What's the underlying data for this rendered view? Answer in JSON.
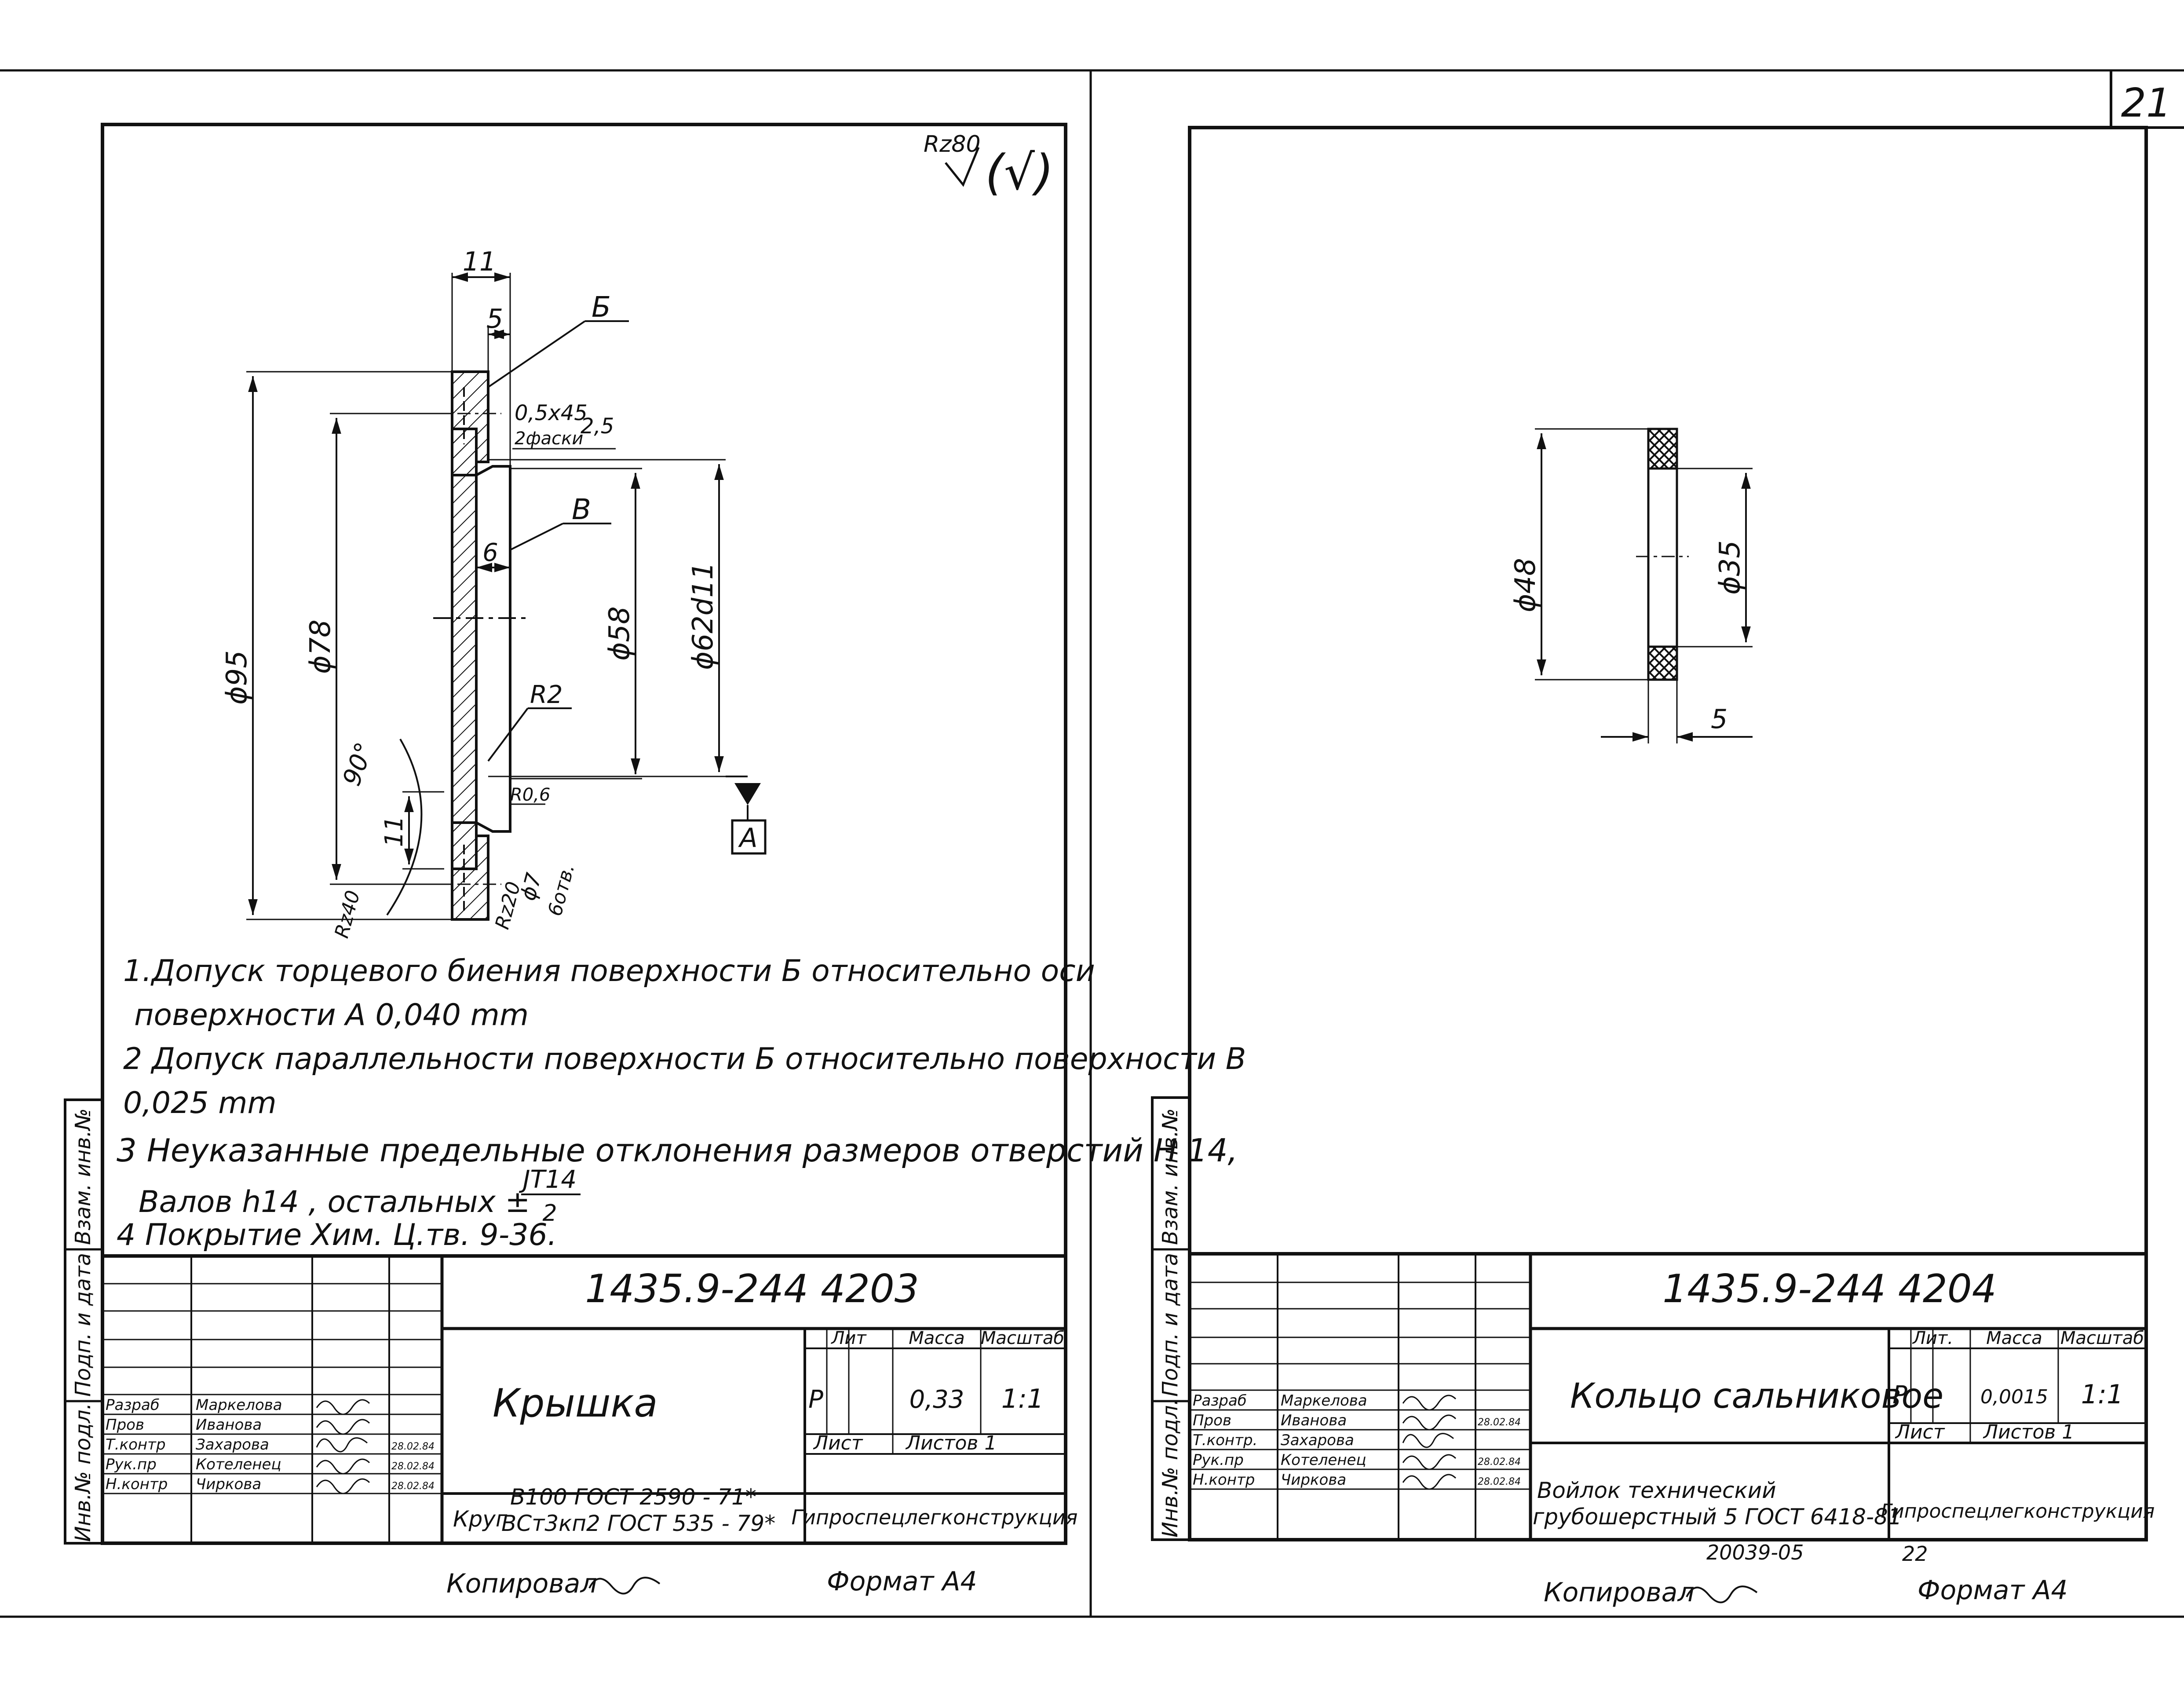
{
  "sheet_number": "21",
  "left": {
    "roughness_general": "Rz80",
    "roughness_other": "(√)",
    "dims": {
      "d95": "ϕ95",
      "d78": "ϕ78",
      "d58": "ϕ58",
      "d62": "ϕ62d11",
      "w11_top": "11",
      "w5": "5",
      "w6": "6",
      "w11_side": "11",
      "chamfer": "0,5x45",
      "chamfer_count": "2фаски",
      "chamfer_rough": "2,5",
      "r2": "R2",
      "ra": "R0,6",
      "angle": "90°",
      "rz40": "Rz40",
      "rz20": "Rz20",
      "hole": "ϕ7",
      "holes": "6отв.",
      "surf_b": "Б",
      "surf_v": "В",
      "datum": "А"
    },
    "notes": [
      "1.Допуск торцевого биения поверхности Б относительно оси",
      "поверхности А  0,040 mm",
      "2 Допуск параллельности поверхности Б относительно поверхности В",
      "0,025 mm",
      "3 Неуказанные предельные отклонения размеров отверстий Н 14,",
      "Валов h14 , остальных  ±",
      "4 Покрытие Хим. Ц.тв. 9-36."
    ],
    "note_fraction_top": "JT14",
    "note_fraction_bottom": "2",
    "doc_number": "1435.9-244 4203",
    "title": "Крышка",
    "material_prefix": "Круг",
    "material_line1": "В100 ГОСТ 2590 - 71*",
    "material_line2": "ВСт3кп2 ГОСТ 535 - 79*",
    "lit_header": "Лит",
    "mass_header": "Масса",
    "scale_header": "Масштаб",
    "lit": "Р",
    "mass": "0,33",
    "scale": "1:1",
    "sheet_label": "Лист",
    "sheets_label": "Листов 1",
    "org": "Гипроспецлегконструкция",
    "roles": [
      "Разраб",
      "Пров",
      "Т.контр",
      "Рук.пр",
      "Н.контр"
    ],
    "names": [
      "Маркелова",
      "Иванова",
      "Захарова",
      "Котеленец",
      "Чиркова"
    ],
    "dates": [
      "",
      "",
      "28.02.84",
      "28.02.84",
      "28.02.84"
    ],
    "copied": "Копировал",
    "format": "Формат А4"
  },
  "right": {
    "dims": {
      "d48": "ϕ48",
      "d35": "ϕ35",
      "w5": "5"
    },
    "doc_number": "1435.9-244 4204",
    "title": "Кольцо сальниковое",
    "material_line1": "Войлок технический",
    "material_line2": "грубошерстный 5 ГОСТ 6418-81",
    "lit_header": "Лит.",
    "mass_header": "Масса",
    "scale_header": "Масштаб",
    "lit": "Р",
    "mass": "0,0015",
    "scale": "1:1",
    "sheet_label": "Лист",
    "sheets_label": "Листов 1",
    "org": "Гипроспецлегконструкция",
    "roles": [
      "Разраб",
      "Пров",
      "Т.контр.",
      "Рук.пр",
      "Н.контр"
    ],
    "names": [
      "Маркелова",
      "Иванова",
      "Захарова",
      "Котеленец",
      "Чиркова"
    ],
    "dates": [
      "",
      "28.02.84",
      "",
      "28.02.84",
      "28.02.84"
    ],
    "bottom_code": "20039-05",
    "bottom_page": "22",
    "copied": "Копировал",
    "format": "Формат А4"
  },
  "stamp": {
    "inv_podl": "Инв.№ подл.",
    "podp_data": "Подп. и дата",
    "vzam_inv": "Взам. инв.№"
  }
}
